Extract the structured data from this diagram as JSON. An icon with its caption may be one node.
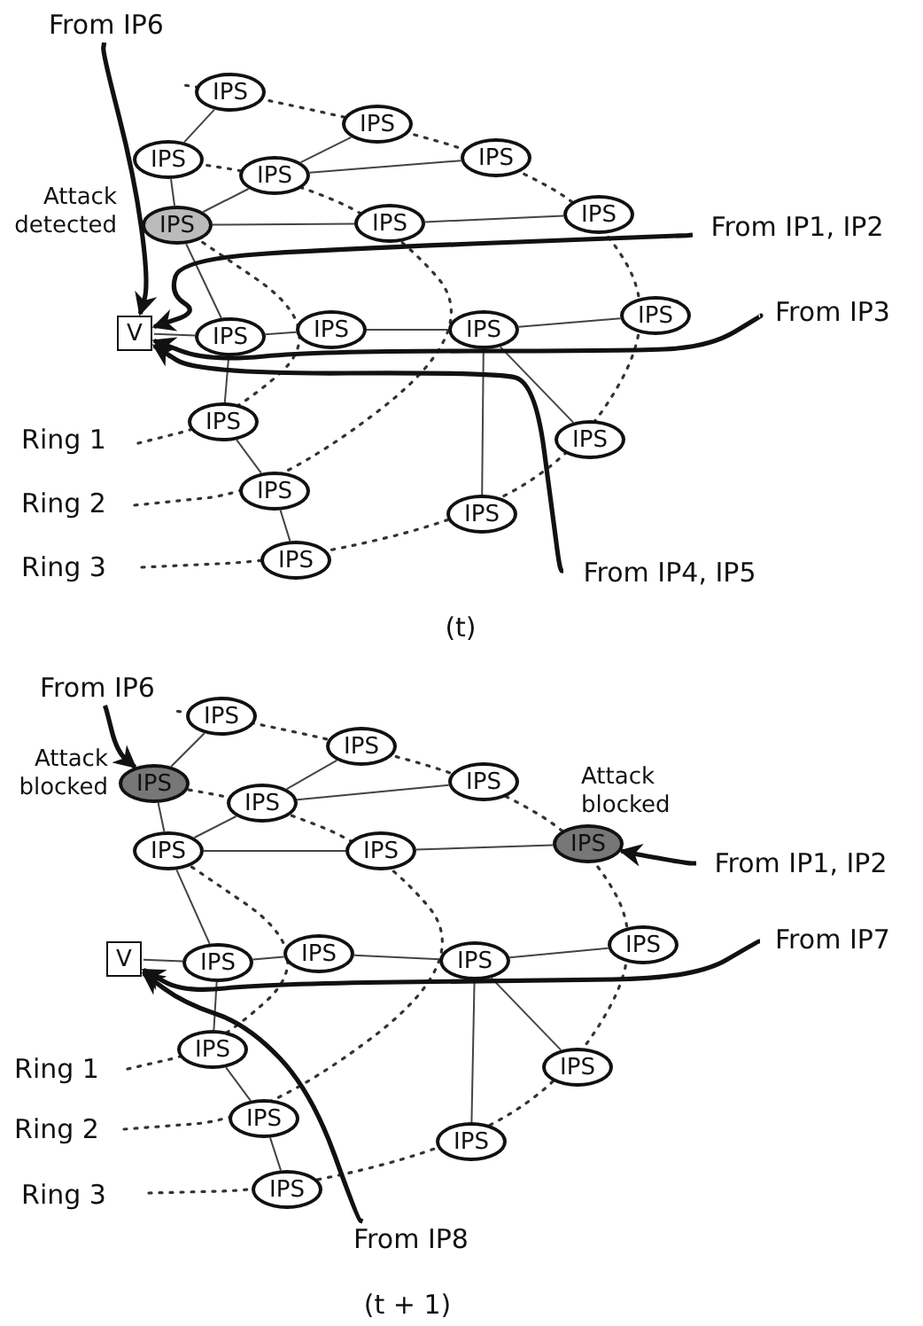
{
  "diagram": {
    "nodes": [
      {
        "text": [
          "From IP6"
        ]
      },
      {
        "text": [
          "IPS"
        ]
      },
      {
        "text": [
          "IPS"
        ]
      },
      {
        "text": [
          "IPS"
        ]
      },
      {
        "text": [
          "IPS"
        ]
      },
      {
        "text": [
          "IPS"
        ]
      },
      {
        "text": [
          "IPS"
        ],
        "beside": [
          "Attack detected"
        ]
      },
      {
        "text": [
          "IPS"
        ]
      },
      {
        "text": [
          "IPS"
        ]
      },
      {
        "text": [
          "From IP1, IP2"
        ]
      },
      {
        "text": [
          "V"
        ]
      },
      {
        "text": [
          "IPS"
        ]
      },
      {
        "text": [
          "IPS"
        ]
      },
      {
        "text": [
          "IPS"
        ]
      },
      {
        "text": [
          "IPS"
        ]
      },
      {
        "text": [
          "From IP3"
        ]
      },
      {
        "text": [
          "IPS"
        ]
      },
      {
        "text": [
          "IPS"
        ]
      },
      {
        "text": [
          "IPS"
        ]
      },
      {
        "text": [
          "IPS"
        ]
      },
      {
        "text": [
          "IPS"
        ]
      },
      {
        "text": [
          "From IP4, IP5"
        ]
      },
      {
        "text": [
          "From IP6"
        ]
      },
      {
        "text": [
          "IPS"
        ]
      },
      {
        "text": [
          "IPS"
        ]
      },
      {
        "text": [
          "IPS"
        ],
        "beside": [
          "Attack blocked"
        ]
      },
      {
        "text": [
          "IPS"
        ]
      },
      {
        "text": [
          "IPS"
        ]
      },
      {
        "text": [
          "IPS"
        ]
      },
      {
        "text": [
          "IPS"
        ]
      },
      {
        "text": [
          "IPS"
        ],
        "beside": [
          "Attack blocked"
        ]
      },
      {
        "text": [
          "From IP1, IP2"
        ]
      },
      {
        "text": [
          "V"
        ]
      },
      {
        "text": [
          "IPS"
        ]
      },
      {
        "text": [
          "IPS"
        ]
      },
      {
        "text": [
          "IPS"
        ]
      },
      {
        "text": [
          "IPS"
        ]
      },
      {
        "text": [
          "From IP7"
        ]
      },
      {
        "text": [
          "IPS"
        ]
      },
      {
        "text": [
          "IPS"
        ]
      },
      {
        "text": [
          "IPS"
        ]
      },
      {
        "text": [
          "IPS"
        ]
      },
      {
        "text": [
          "IPS"
        ]
      },
      {
        "text": [
          "From IP8"
        ]
      }
    ],
    "edges": [
      {
        "from": 1,
        "to": 3,
        "arrow": "none"
      },
      {
        "from": 2,
        "to": 4,
        "arrow": "none"
      },
      {
        "from": 4,
        "to": 5,
        "arrow": "none"
      },
      {
        "from": 4,
        "to": 6,
        "arrow": "none"
      },
      {
        "from": 3,
        "to": 6,
        "arrow": "none"
      },
      {
        "from": 6,
        "to": 7,
        "arrow": "none"
      },
      {
        "from": 7,
        "to": 8,
        "arrow": "none"
      },
      {
        "from": 6,
        "to": 11,
        "arrow": "none"
      },
      {
        "from": 10,
        "to": 11,
        "arrow": "none"
      },
      {
        "from": 11,
        "to": 12,
        "arrow": "none"
      },
      {
        "from": 12,
        "to": 13,
        "arrow": "none"
      },
      {
        "from": 13,
        "to": 14,
        "arrow": "none"
      },
      {
        "from": 11,
        "to": 16,
        "arrow": "none"
      },
      {
        "from": 13,
        "to": 17,
        "arrow": "none"
      },
      {
        "from": 13,
        "to": 19,
        "arrow": "none"
      },
      {
        "from": 16,
        "to": 18,
        "arrow": "none"
      },
      {
        "from": 18,
        "to": 20,
        "arrow": "none"
      },
      {
        "from": 0,
        "to": 10,
        "arrow": "to",
        "style": "thick"
      },
      {
        "from": 9,
        "to": 10,
        "arrow": "to",
        "style": "thick"
      },
      {
        "from": 15,
        "to": 10,
        "arrow": "to",
        "style": "thick"
      },
      {
        "from": 21,
        "to": 10,
        "arrow": "to",
        "style": "thick"
      },
      {
        "from": 23,
        "to": 25,
        "arrow": "none"
      },
      {
        "from": 24,
        "to": 26,
        "arrow": "none"
      },
      {
        "from": 26,
        "to": 27,
        "arrow": "none"
      },
      {
        "from": 26,
        "to": 28,
        "arrow": "none"
      },
      {
        "from": 25,
        "to": 28,
        "arrow": "none"
      },
      {
        "from": 28,
        "to": 29,
        "arrow": "none"
      },
      {
        "from": 29,
        "to": 30,
        "arrow": "none"
      },
      {
        "from": 28,
        "to": 33,
        "arrow": "none"
      },
      {
        "from": 32,
        "to": 33,
        "arrow": "none"
      },
      {
        "from": 33,
        "to": 34,
        "arrow": "none"
      },
      {
        "from": 34,
        "to": 35,
        "arrow": "none"
      },
      {
        "from": 35,
        "to": 36,
        "arrow": "none"
      },
      {
        "from": 33,
        "to": 38,
        "arrow": "none"
      },
      {
        "from": 35,
        "to": 39,
        "arrow": "none"
      },
      {
        "from": 35,
        "to": 41,
        "arrow": "none"
      },
      {
        "from": 38,
        "to": 40,
        "arrow": "none"
      },
      {
        "from": 40,
        "to": 42,
        "arrow": "none"
      },
      {
        "from": 22,
        "to": 25,
        "arrow": "to",
        "style": "thick"
      },
      {
        "from": 31,
        "to": 30,
        "arrow": "to",
        "style": "thick"
      },
      {
        "from": 37,
        "to": 32,
        "arrow": "to",
        "style": "thick"
      },
      {
        "from": 43,
        "to": 32,
        "arrow": "to",
        "style": "thick"
      }
    ],
    "labels": [
      "Ring 1",
      "Ring 2",
      "Ring 3",
      "(t)",
      "Ring 1",
      "Ring 2",
      "Ring 3",
      "(t + 1)"
    ]
  }
}
